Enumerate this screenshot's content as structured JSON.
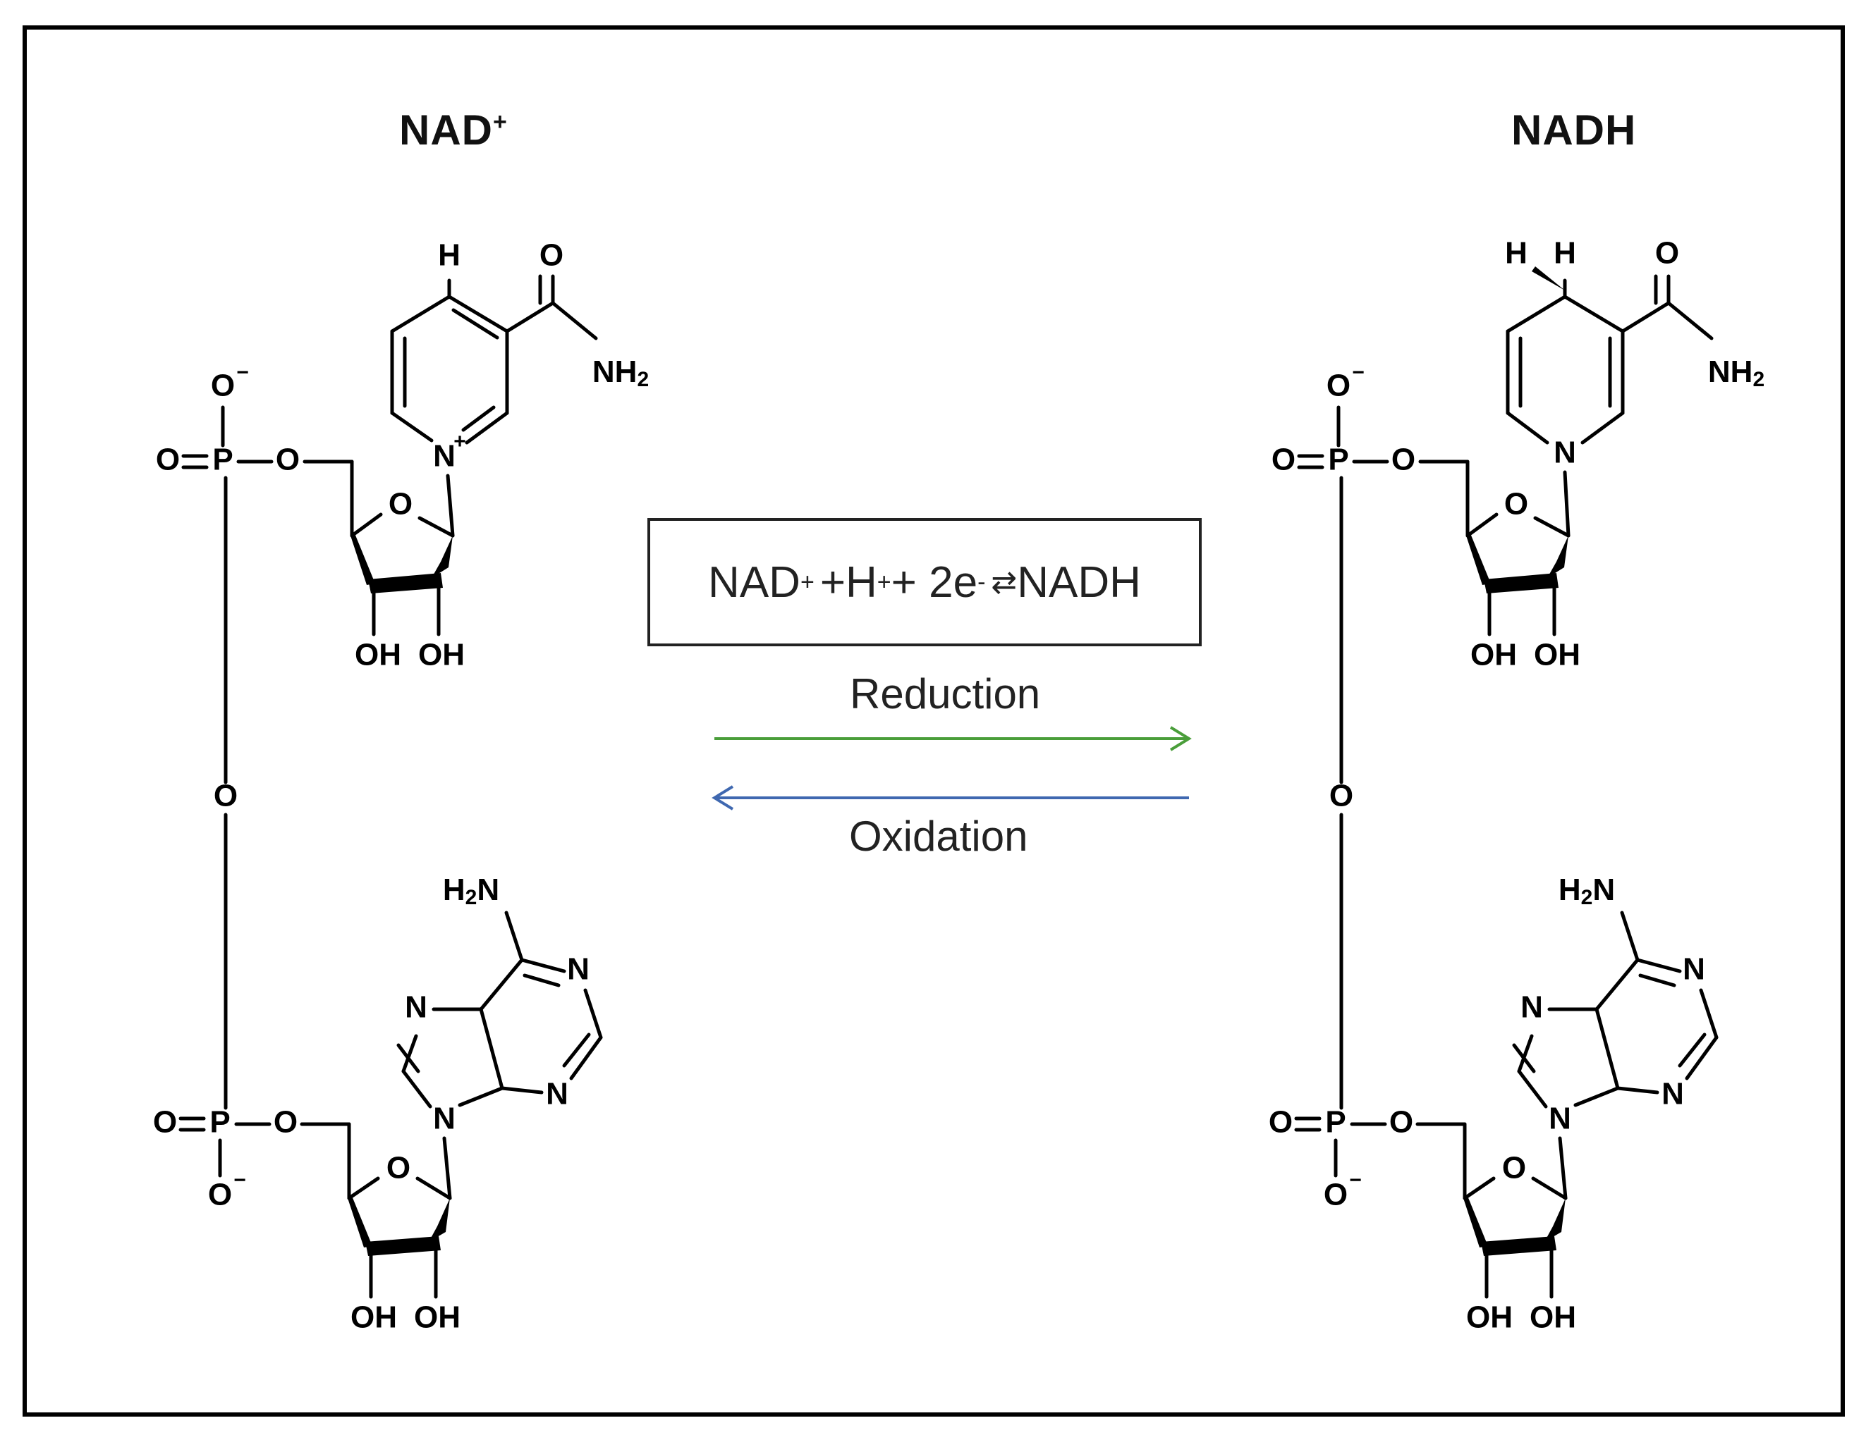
{
  "left_molecule": {
    "name": "NAD",
    "charge": "+"
  },
  "right_molecule": {
    "name": "NADH"
  },
  "equation": {
    "nad": "NAD",
    "nad_charge": "+",
    "plus_h": "+H",
    "h_charge": "+",
    "plus_e": "+ 2e",
    "e_charge": "-",
    "equilibrium_symbol": "⇄",
    "product": "NADH"
  },
  "reactions": {
    "forward_label": "Reduction",
    "forward_color": "#4a9e3a",
    "reverse_label": "Oxidation",
    "reverse_color": "#3f68b0"
  },
  "atoms": {
    "H": "H",
    "O": "O",
    "N": "N",
    "P": "P",
    "OH": "OH",
    "NH2_main": "NH",
    "NH2_sub": "2",
    "H2N_pre": "H",
    "H2N_sub": "2",
    "H2N_post": "N",
    "O_minus": "−",
    "N_plus": "+"
  }
}
